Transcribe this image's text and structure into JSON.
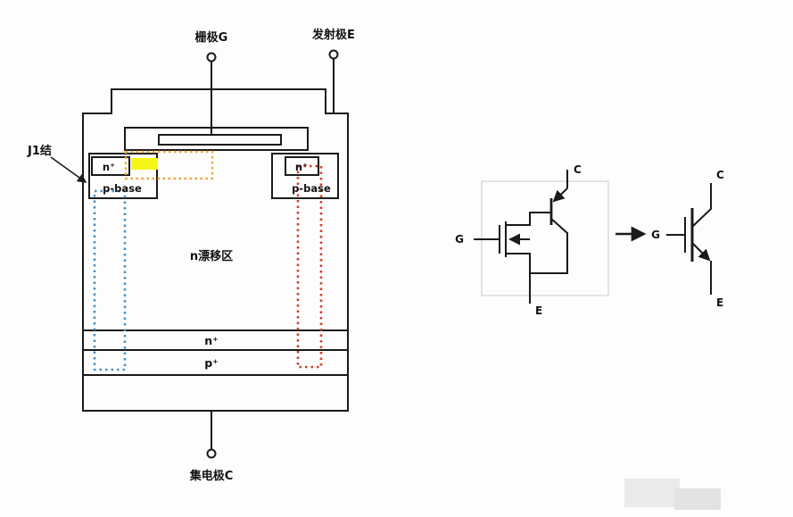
{
  "structure": {
    "gate_terminal": "栅极G",
    "emitter_terminal": "发射极E",
    "collector_terminal": "集电极C",
    "j1_junction": "J1结",
    "left_n_plus": "n⁺",
    "left_p_base": "p-base",
    "right_n_plus": "n⁺",
    "right_p_base": "p-base",
    "drift_region": "n漂移区",
    "buffer_layer": "n⁺",
    "substrate_layer": "p⁺"
  },
  "equivalent_circuit": {
    "gate": "G",
    "collector": "C",
    "emitter": "E"
  },
  "igbt_symbol": {
    "gate": "G",
    "collector": "C",
    "emitter": "E"
  },
  "colors": {
    "outline": "#1a1a1a",
    "orange_dotted": "#f0a83a",
    "blue_dotted": "#4a90c8",
    "red_dotted": "#d0402e",
    "yellow_highlight": "#f6f616"
  }
}
